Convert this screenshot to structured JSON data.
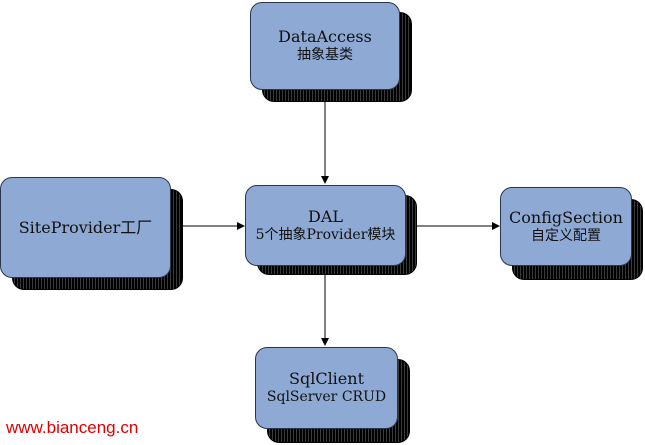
{
  "nodes": {
    "data_access": {
      "title": "DataAccess",
      "subtitle": "抽象基类"
    },
    "site_provider": {
      "title": "SiteProvider工厂"
    },
    "dal": {
      "title": "DAL",
      "subtitle": "5个抽象Provider模块"
    },
    "config_section": {
      "title": "ConfigSection",
      "subtitle": "自定义配置"
    },
    "sql_client": {
      "title": "SqlClient",
      "subtitle": "SqlServer CRUD"
    }
  },
  "colors": {
    "box_fill": "#8ea9d4",
    "shadow": "#1a1a1a",
    "arrow": "#000000",
    "watermark": "#e00000"
  },
  "watermark": "www.bianceng.cn"
}
